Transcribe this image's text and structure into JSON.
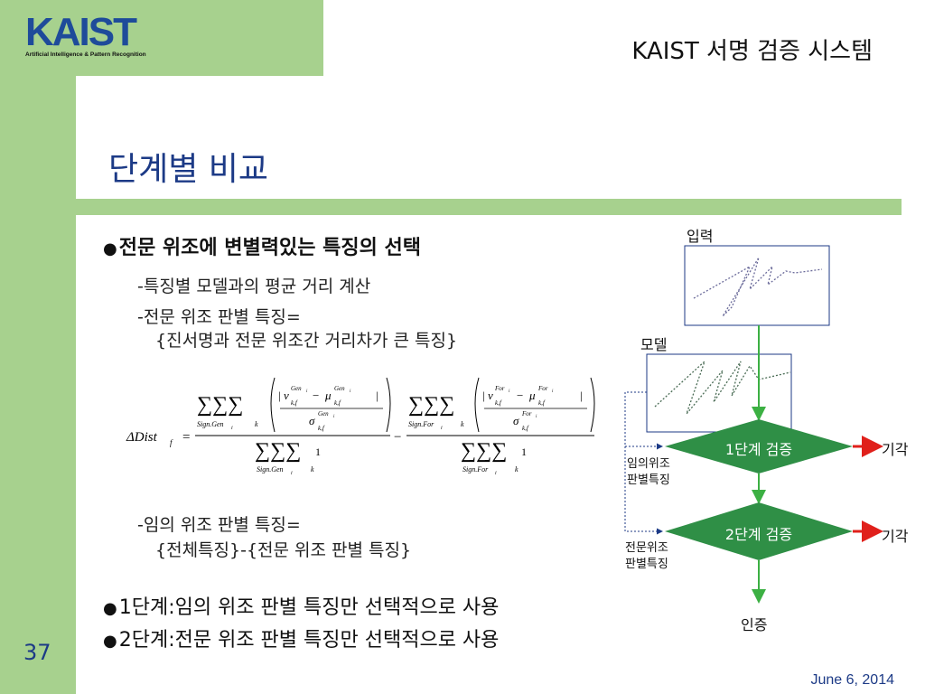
{
  "header": {
    "logo_text": "KAIST",
    "logo_subtitle": "Artificial Intelligence & Pattern Recognition",
    "title": "KAIST 서명 검증 시스템"
  },
  "slide": {
    "title": "단계별 비교",
    "bullet1": "전문 위조에 변별력있는 특징의 선택",
    "sub1": "-특징별 모델과의 평균 거리 계산",
    "sub2_line1": "-전문 위조 판별 특징=",
    "sub2_line2": "{진서명과 전문 위조간 거리차가 큰 특징}",
    "sub3_line1": "-임의 위조 판별 특징=",
    "sub3_line2": "{전체특징}-{전문 위조 판별 특징}",
    "bullet2": "1단계:임의 위조 판별 특징만 선택적으로 사용",
    "bullet3": "2단계:전문 위조 판별 특징만 선택적으로 사용",
    "bullet_symbol": "●"
  },
  "formula": {
    "lhs": "ΔDist",
    "lhs_sub": "f",
    "equals": "=",
    "minus": "−",
    "sum": "∑∑∑",
    "gen_idx1": "Sign.Gen",
    "gen_idx1_sub": "i",
    "for_idx1": "Sign.For",
    "for_idx1_sub": "i",
    "idx_k": "k",
    "v": "v",
    "mu": "μ",
    "sigma": "σ",
    "kf": "k,f",
    "gen_sup": "Gen",
    "for_sup": "For",
    "sup_i": "i",
    "one": "1"
  },
  "flow": {
    "input_label": "입력",
    "model_label": "모델",
    "stage1": "1단계 검증",
    "stage2": "2단계 검증",
    "reject1": "기각",
    "reject2": "기각",
    "feature1_line1": "임의위조",
    "feature1_line2": "판별특징",
    "feature2_line1": "전문위조",
    "feature2_line2": "판별특징",
    "accept": "인증"
  },
  "footer": {
    "page_number": "37",
    "date": "June 6, 2014"
  },
  "colors": {
    "band_green": "#a7d18e",
    "title_blue": "#1c3a86",
    "logo_blue": "#1e4b9a",
    "diamond_green": "#2f8f46",
    "arrow_green": "#3cb043",
    "arrow_red": "#e0201b"
  }
}
